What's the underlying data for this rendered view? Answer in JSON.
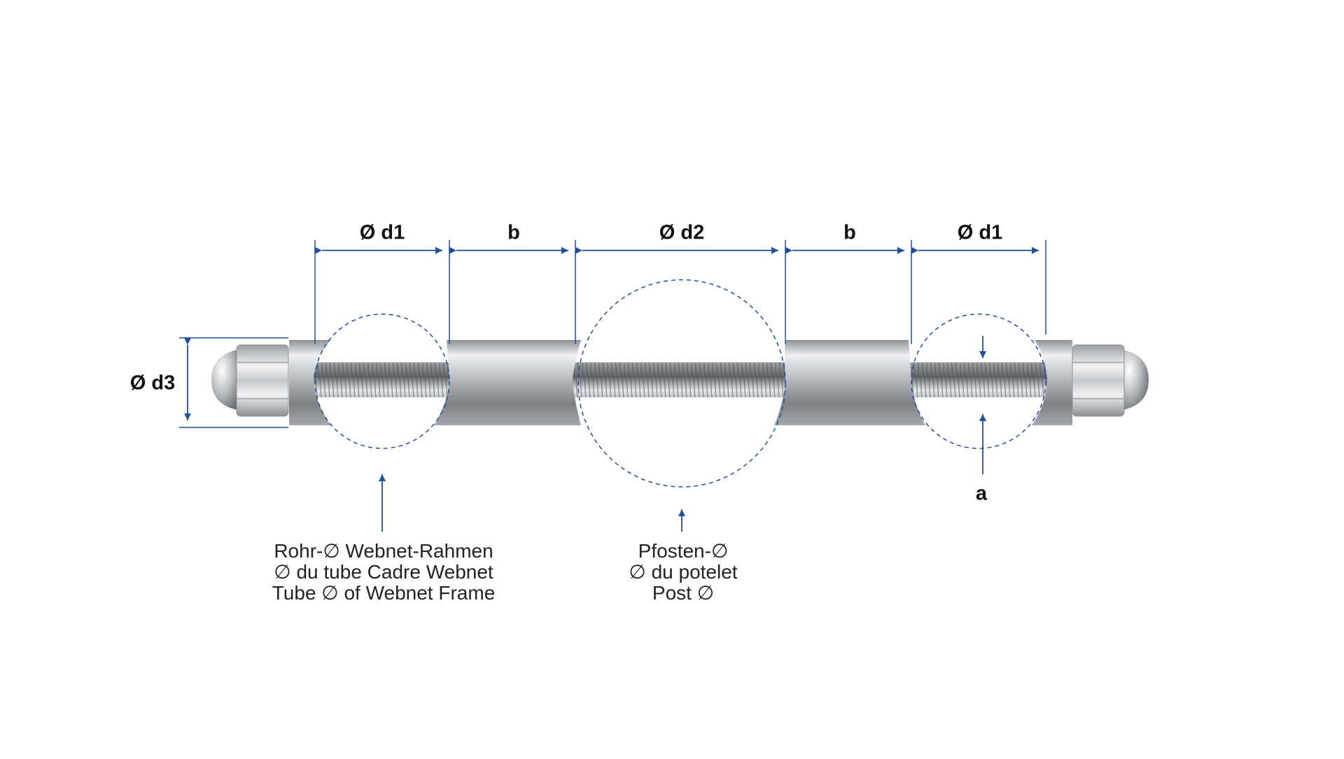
{
  "labels": {
    "d1_left": "Ø d1",
    "b_left": "b",
    "d2": "Ø d2",
    "b_right": "b",
    "d1_right": "Ø d1",
    "d3": "Ø d3",
    "a": "a"
  },
  "captions": {
    "frame": [
      "Rohr-∅ Webnet-Rahmen",
      "∅ du tube Cadre Webnet",
      "Tube ∅ of Webnet Frame"
    ],
    "post": [
      "Pfosten-∅",
      "∅ du potelet",
      "Post ∅"
    ]
  },
  "colors": {
    "dimension": "#1f4fa0",
    "metal_light": "#e6e8ea",
    "metal_mid": "#a9adb2",
    "metal_dark": "#5f6368",
    "text": "#111111"
  },
  "icons": [
    "dome-cap-nut-icon",
    "hex-nut-icon",
    "threaded-rod-icon",
    "clamp-sleeve-icon"
  ]
}
